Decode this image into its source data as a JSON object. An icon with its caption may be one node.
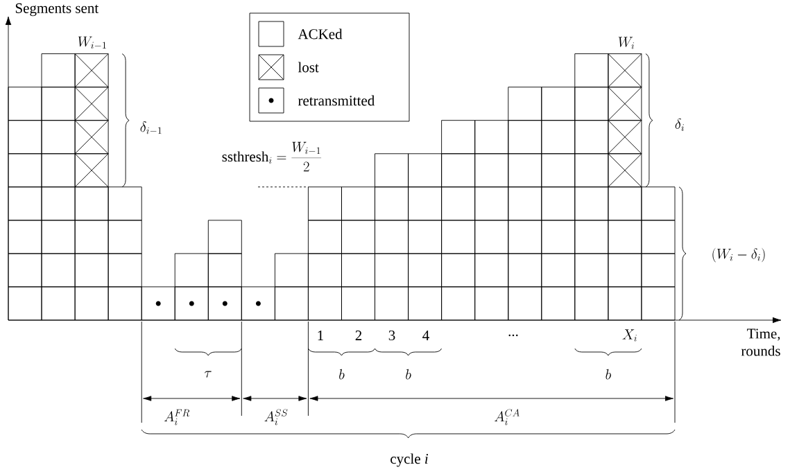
{
  "diagram": {
    "labels": [
      "Segments sent",
      "W_{i-1}",
      "\\delta_{i-1}",
      "W_i",
      "\\delta_i",
      "\\mathrm{ssthresh}_i = \\frac{W_{i-1}}{2}",
      "\\left(W_i - \\delta_i\\right)",
      "1",
      "2",
      "3",
      "4",
      "...",
      "X_i",
      "Time, rounds",
      "\\tau",
      "b",
      "b",
      "b",
      "A_i^{FR}",
      "A_i^{SS}",
      "A_i^{CA}",
      "cycle *i*"
    ],
    "legend": [
      {
        "text": "ACKed"
      },
      {
        "text": "lost"
      },
      {
        "text": "retransmitted"
      }
    ]
  }
}
